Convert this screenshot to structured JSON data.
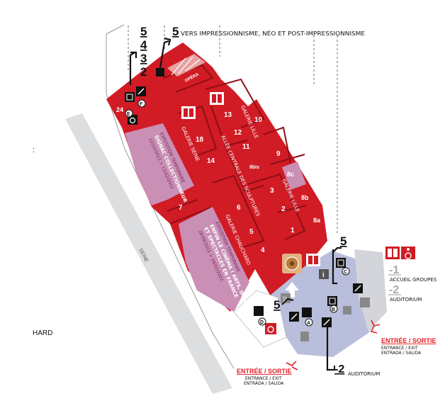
{
  "colors": {
    "gallery_red": "#d11b25",
    "room_dark_red": "#a9121b",
    "exhibition_pink": "#c98fb5",
    "lower_floor_blue": "#b8bedb",
    "river_grey": "#dcdedf",
    "exit_red": "#e31d24",
    "text_black": "#111111"
  },
  "header": {
    "floor_stack": [
      "5",
      "4",
      "3",
      "2"
    ],
    "level_5": "5",
    "level_5_caption": "VERS IMPRESSIONNISME, NÉO ET POST-IMPRESSIONNISME"
  },
  "rooms": {
    "opera": "OPÉRA",
    "r24": "24",
    "r13": "13",
    "r12": "12",
    "r11": "11",
    "r10": "10",
    "r9": "9",
    "r9bis": "9bis",
    "r8c": "8c",
    "r8b": "8b",
    "r8a": "8a",
    "r18": "18",
    "r14": "14",
    "r7": "7",
    "r6": "6",
    "r5": "5",
    "r4": "4",
    "r3": "3",
    "r2": "2",
    "r1": "1"
  },
  "galleries": {
    "lille_top": "GALERIE LILLE",
    "lille_bottom": "GALERIE LILLE",
    "seine": "GALERIE SEINE",
    "central": "ALLÉE CENTRALE DES SCULPTURES",
    "chauchard": "GALERIE CHAUCHARD"
  },
  "exhibitions": [
    {
      "kicker": "EXPOSITION TEMPORAIRE",
      "title": "SIGNAC COLLECTIONNEUR",
      "dates": "12/10/2021 > 13/02/2022"
    },
    {
      "kicker": "EXPOSITION TEMPORAIRE",
      "title_lines": [
        "ENFIN LE CINÉMA ! ARTS, IMAGES",
        "ET SPECTACLES EN FRANCE"
      ],
      "dates": "28/09/2021 > 16/01/2022"
    }
  ],
  "river": "SEINE",
  "left_labels": {
    "colon": ":",
    "hard": "HARD"
  },
  "right_panel": {
    "level_5": "5",
    "level_minus1": "-1",
    "accueil": "ACCUEIL GROUPES",
    "level_minus2": "-2",
    "auditorium": "AUDITORIUM"
  },
  "lower_left": {
    "level_5": "5"
  },
  "bottom_center": {
    "level_minus2": "-2",
    "auditorium": "AUDITORIUM"
  },
  "markers": [
    "A",
    "B",
    "C",
    "D",
    "E",
    "F"
  ],
  "entrances": [
    {
      "main": "ENTRÉE / SORTIE",
      "sub1": "ENTRANCE / EXIT",
      "sub2": "ENTRADA / SALIDA"
    },
    {
      "main": "ENTRÉE / SORTIE",
      "sub1": "ENTRANCE / EXIT",
      "sub2": "ENTRADA / SALIDA"
    }
  ],
  "icons": [
    "elevator-icon",
    "escalator-icon",
    "stairs-icon",
    "toilets-icon",
    "accessible-icon",
    "info-icon",
    "audioguide-icon",
    "cafe-icon",
    "lockers-icon"
  ]
}
